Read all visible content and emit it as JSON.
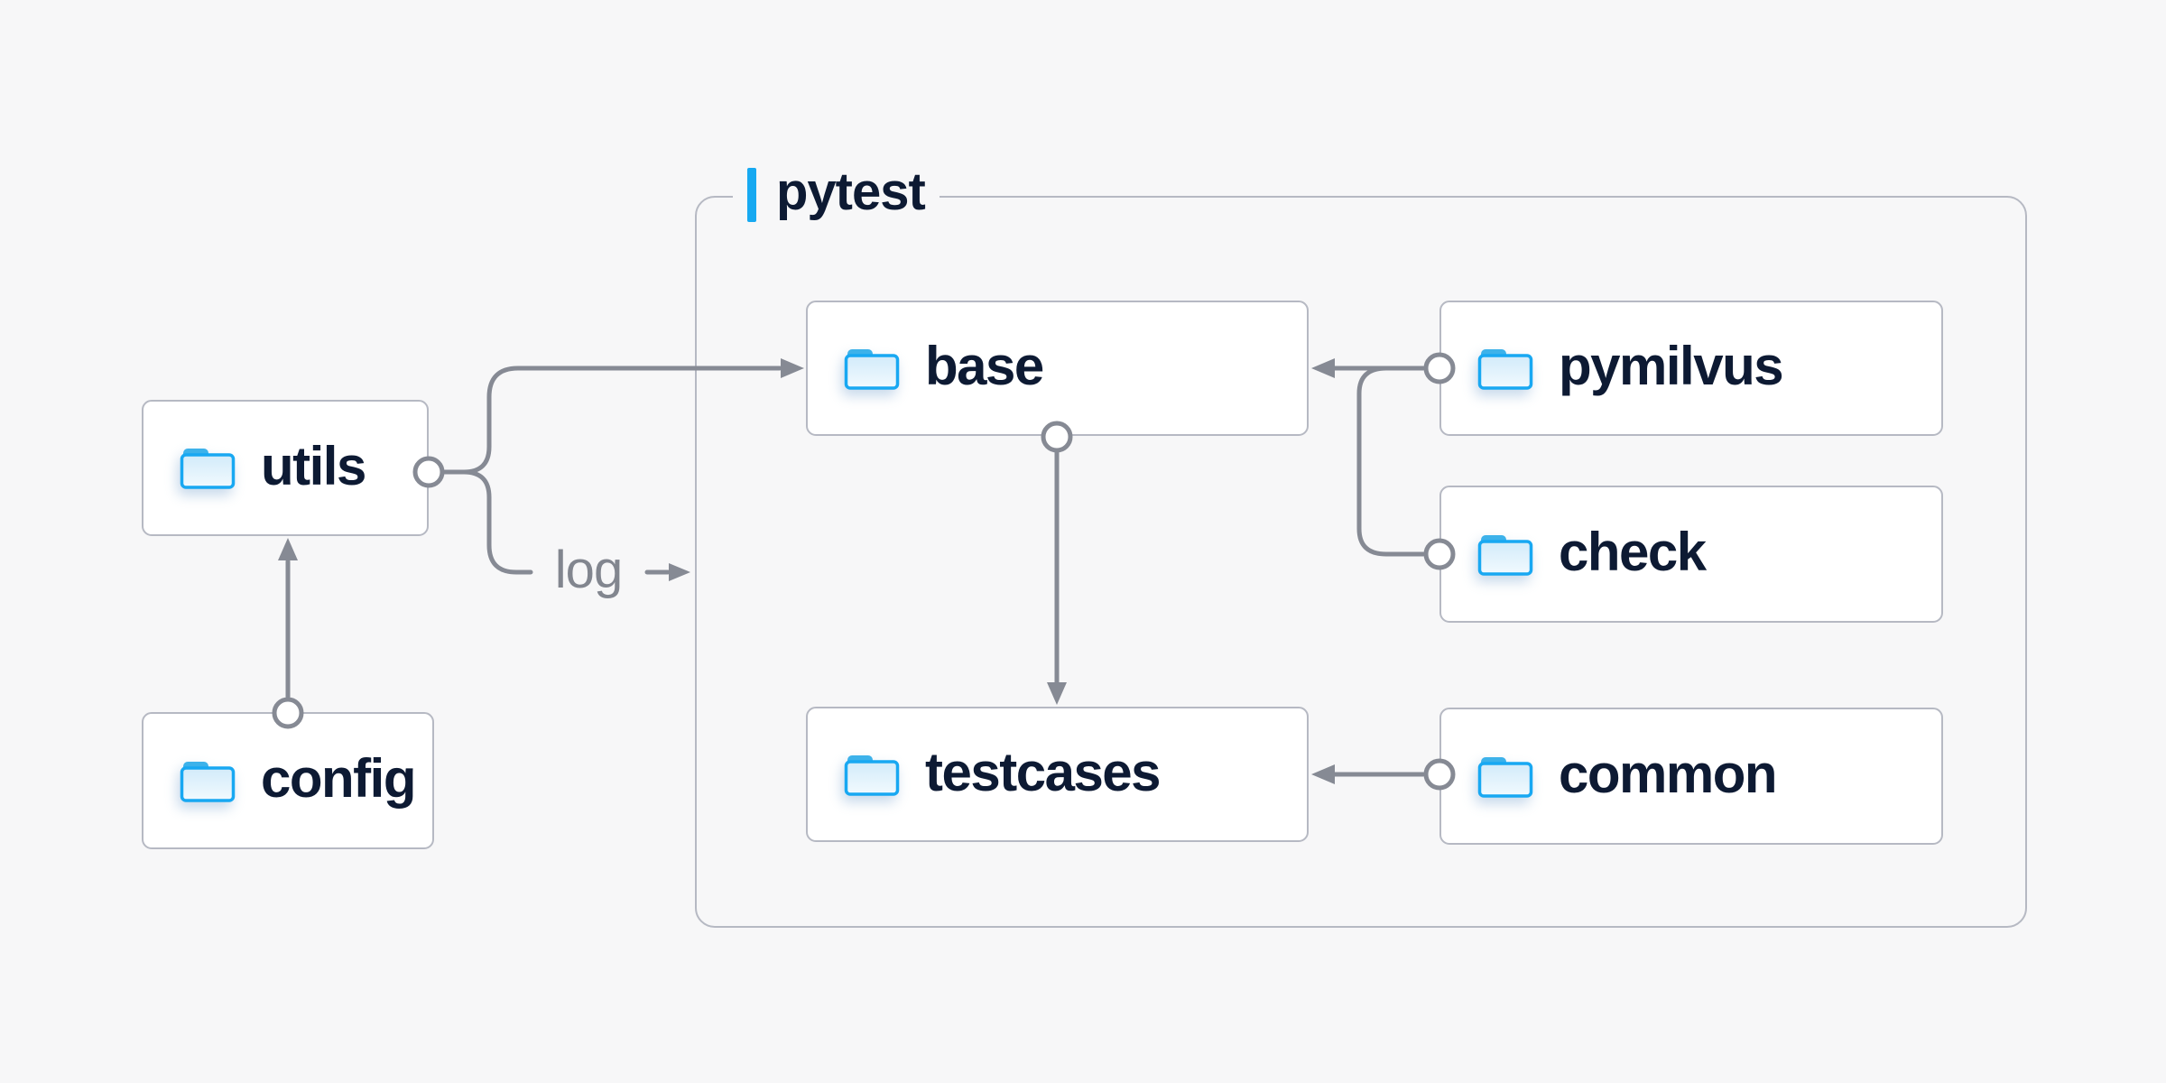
{
  "diagram": {
    "container": {
      "label": "pytest"
    },
    "nodes": [
      {
        "id": "utils",
        "label": "utils",
        "icon": "folder-icon"
      },
      {
        "id": "config",
        "label": "config",
        "icon": "folder-icon"
      },
      {
        "id": "base",
        "label": "base",
        "icon": "folder-icon"
      },
      {
        "id": "pymilvus",
        "label": "pymilvus",
        "icon": "folder-icon"
      },
      {
        "id": "check",
        "label": "check",
        "icon": "folder-icon"
      },
      {
        "id": "testcases",
        "label": "testcases",
        "icon": "folder-icon"
      },
      {
        "id": "common",
        "label": "common",
        "icon": "folder-icon"
      }
    ],
    "edge_label": "log",
    "edges": [
      {
        "from": "config",
        "to": "utils"
      },
      {
        "from": "utils",
        "to": "base"
      },
      {
        "from": "utils",
        "to": "log",
        "label": "log"
      },
      {
        "from": "pymilvus",
        "to": "base"
      },
      {
        "from": "check",
        "to": "base"
      },
      {
        "from": "base",
        "to": "testcases"
      },
      {
        "from": "common",
        "to": "testcases"
      }
    ],
    "colors": {
      "background": "#f7f7f8",
      "node_fill": "#ffffff",
      "node_border": "#b6b9c3",
      "node_text": "#0d1a33",
      "line_gray": "#868a94",
      "edge_label_gray": "#82868f",
      "accent_blue": "#17a9f1",
      "folder_stroke_blue": "#18a8f2",
      "folder_tab_blue": "#3db2ea"
    }
  }
}
